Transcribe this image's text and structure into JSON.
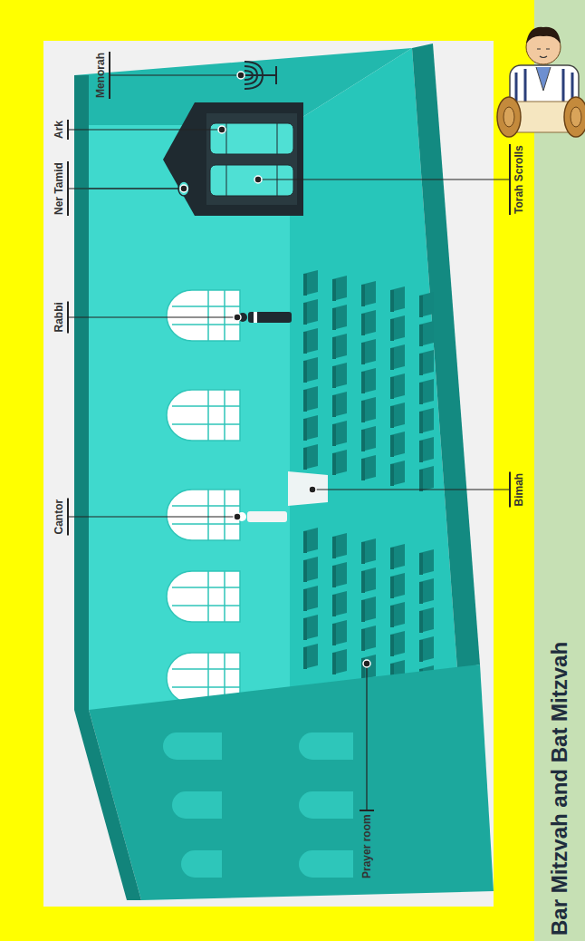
{
  "diagram": {
    "title": "Bar Mitzvah and Bat Mitzvah",
    "labels": [
      "Cantor",
      "Rabbi",
      "Ner Tamid",
      "Ark",
      "Menorah",
      "Torah Scrolls",
      "Bimah",
      "Prayer room"
    ]
  }
}
